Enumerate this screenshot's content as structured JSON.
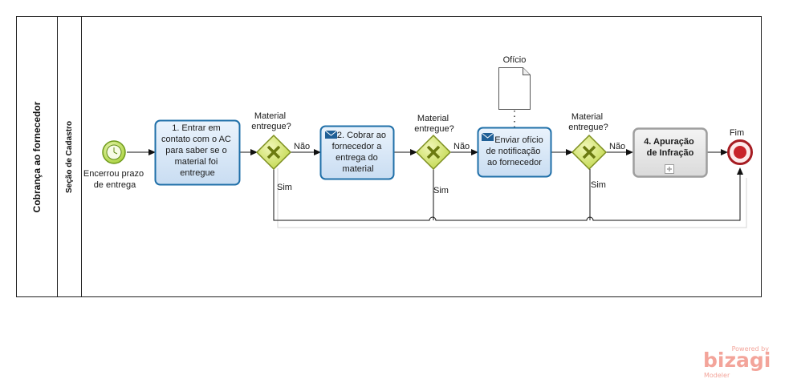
{
  "pool": {
    "label": "Cobrança ao fornecedor"
  },
  "lane": {
    "label": "Seção de Cadastro"
  },
  "start_event": {
    "label_lines": [
      "Encerrou prazo",
      "de entrega"
    ]
  },
  "tasks": [
    {
      "lines": [
        "1. Entrar em",
        "contato com o AC",
        "para saber se o",
        "material foi",
        "entregue"
      ]
    },
    {
      "lines": [
        "2. Cobrar ao",
        "fornecedor a",
        "entrega do",
        "material"
      ]
    },
    {
      "lines": [
        "Enviar ofício",
        "de notificação",
        "ao fornecedor"
      ]
    },
    {
      "lines": [
        "4. Apuração",
        "de Infração"
      ]
    }
  ],
  "gateways": [
    {
      "question_lines": [
        "Material",
        "entregue?"
      ],
      "no": "Não",
      "yes": "Sim"
    },
    {
      "question_lines": [
        "Material",
        "entregue?"
      ],
      "no": "Não",
      "yes": "Sim"
    },
    {
      "question_lines": [
        "Material",
        "entregue?"
      ],
      "no": "Não",
      "yes": "Sim"
    }
  ],
  "data_object": {
    "label": "Ofício"
  },
  "end_event": {
    "label": "Fim"
  },
  "branding": {
    "powered": "Powered by",
    "name": "bizagi",
    "product": "Modeler"
  },
  "colors": {
    "task_fill": "#d4e5f7",
    "task_stroke": "#1f6fa8",
    "subprocess_fill": "#e4e4e4",
    "subprocess_stroke": "#9e9e9e",
    "gateway_fill": "#cddf6a",
    "gateway_stroke": "#7d8f20",
    "start_fill": "#b5d94c",
    "end_stroke": "#a61c22",
    "end_fill": "#c8232a"
  }
}
